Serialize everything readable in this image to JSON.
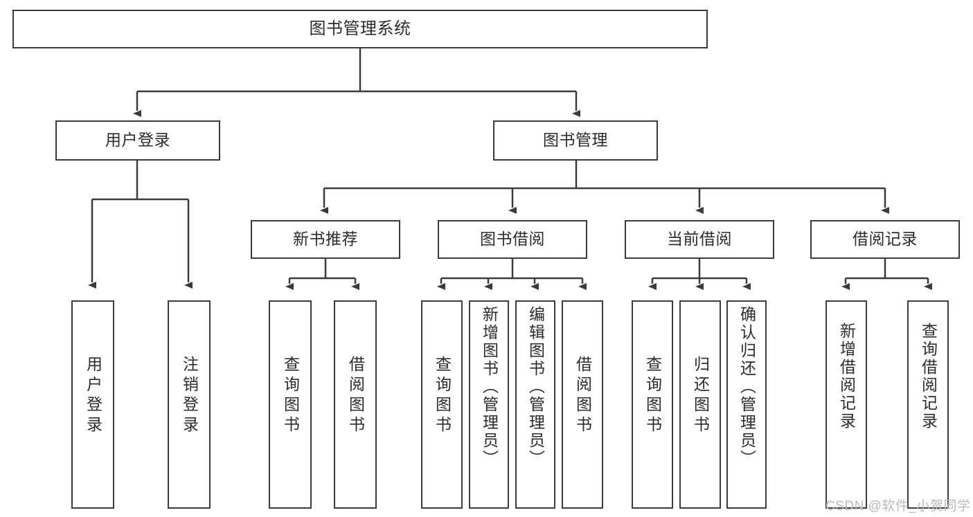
{
  "diagram": {
    "title": "图书管理系统",
    "type": "hierarchy-tree",
    "root": {
      "label": "图书管理系统"
    },
    "level1": [
      {
        "label": "用户登录"
      },
      {
        "label": "图书管理"
      }
    ],
    "level2": [
      {
        "label": "新书推荐",
        "parent": "图书管理"
      },
      {
        "label": "图书借阅",
        "parent": "图书管理"
      },
      {
        "label": "当前借阅",
        "parent": "图书管理"
      },
      {
        "label": "借阅记录",
        "parent": "图书管理"
      }
    ],
    "leaves": {
      "user_login": [
        {
          "label": "用户登录"
        },
        {
          "label": "注销登录"
        }
      ],
      "new_book_recommend": [
        {
          "label": "查询图书"
        },
        {
          "label": "借阅图书"
        }
      ],
      "book_borrow": [
        {
          "label": "查询图书"
        },
        {
          "label": "新增图书（管理员）"
        },
        {
          "label": "编辑图书（管理员）"
        },
        {
          "label": "借阅图书"
        }
      ],
      "current_borrow": [
        {
          "label": "查询图书"
        },
        {
          "label": "归还图书"
        },
        {
          "label": "确认归还（管理员）"
        }
      ],
      "borrow_record": [
        {
          "label": "新增借阅记录"
        },
        {
          "label": "查询借阅记录"
        }
      ]
    }
  },
  "watermark": {
    "text": "CSDN @软件_小贺同学"
  },
  "colors": {
    "stroke": "#3b3b3b",
    "background": "#ffffff",
    "text": "#2b2b2b",
    "watermark": "#b9b9b9"
  }
}
